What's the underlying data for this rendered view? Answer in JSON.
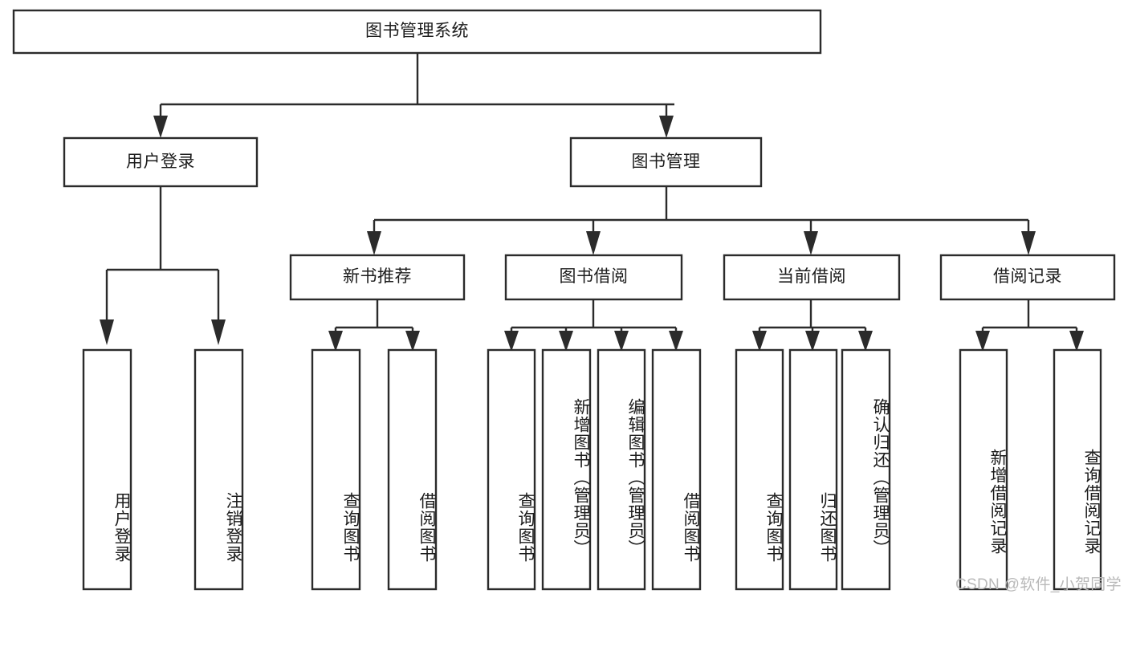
{
  "diagram": {
    "type": "tree-hierarchy",
    "title": "图书管理系统",
    "watermark": "CSDN @软件_小贺同学",
    "levels": {
      "root": {
        "label": "图书管理系统"
      },
      "level2": [
        {
          "label": "用户登录"
        },
        {
          "label": "图书管理"
        }
      ],
      "level3": [
        {
          "label": "新书推荐"
        },
        {
          "label": "图书借阅"
        },
        {
          "label": "当前借阅"
        },
        {
          "label": "借阅记录"
        }
      ]
    },
    "leaves": {
      "user_login": [
        {
          "label": "用户登录"
        },
        {
          "label": "注销登录"
        }
      ],
      "new_book_recommend": [
        {
          "label": "查询图书"
        },
        {
          "label": "借阅图书"
        }
      ],
      "book_borrow": [
        {
          "label": "查询图书"
        },
        {
          "label": "新增图书（管理员）"
        },
        {
          "label": "编辑图书（管理员）"
        },
        {
          "label": "借阅图书"
        }
      ],
      "current_borrow": [
        {
          "label": "查询图书"
        },
        {
          "label": "归还图书"
        },
        {
          "label": "确认归还（管理员）"
        }
      ],
      "borrow_record": [
        {
          "label": "新增借阅记录"
        },
        {
          "label": "查询借阅记录"
        }
      ]
    },
    "colors": {
      "stroke": "#2b2b2b",
      "fill": "#ffffff",
      "text": "#1c1c1c",
      "watermark": "#b9b9b9"
    }
  }
}
